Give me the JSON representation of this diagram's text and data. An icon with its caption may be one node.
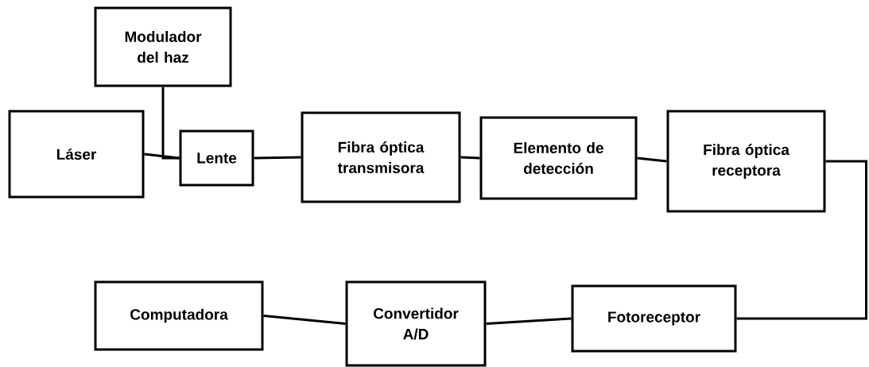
{
  "diagram": {
    "nodes": [
      {
        "text": [
          "Modulador del haz"
        ]
      },
      {
        "text": [
          "Láser"
        ]
      },
      {
        "text": [
          "Lente"
        ]
      },
      {
        "text": [
          "Fibra óptica transmisora"
        ]
      },
      {
        "text": [
          "Elemento de detección"
        ]
      },
      {
        "text": [
          "Fibra óptica receptora"
        ]
      },
      {
        "text": [
          "Computadora"
        ]
      },
      {
        "text": [
          "Convertidor A/D"
        ]
      },
      {
        "text": [
          "Fotoreceptor"
        ]
      }
    ],
    "edges": [
      {
        "from": 1,
        "to": 2,
        "arrow": "none"
      },
      {
        "from": 0,
        "to": 2,
        "arrow": "none"
      },
      {
        "from": 2,
        "to": 3,
        "arrow": "none"
      },
      {
        "from": 3,
        "to": 4,
        "arrow": "none"
      },
      {
        "from": 4,
        "to": 5,
        "arrow": "none"
      },
      {
        "from": 5,
        "to": 8,
        "arrow": "none"
      },
      {
        "from": 8,
        "to": 7,
        "arrow": "none"
      },
      {
        "from": 7,
        "to": 6,
        "arrow": "none"
      }
    ]
  }
}
